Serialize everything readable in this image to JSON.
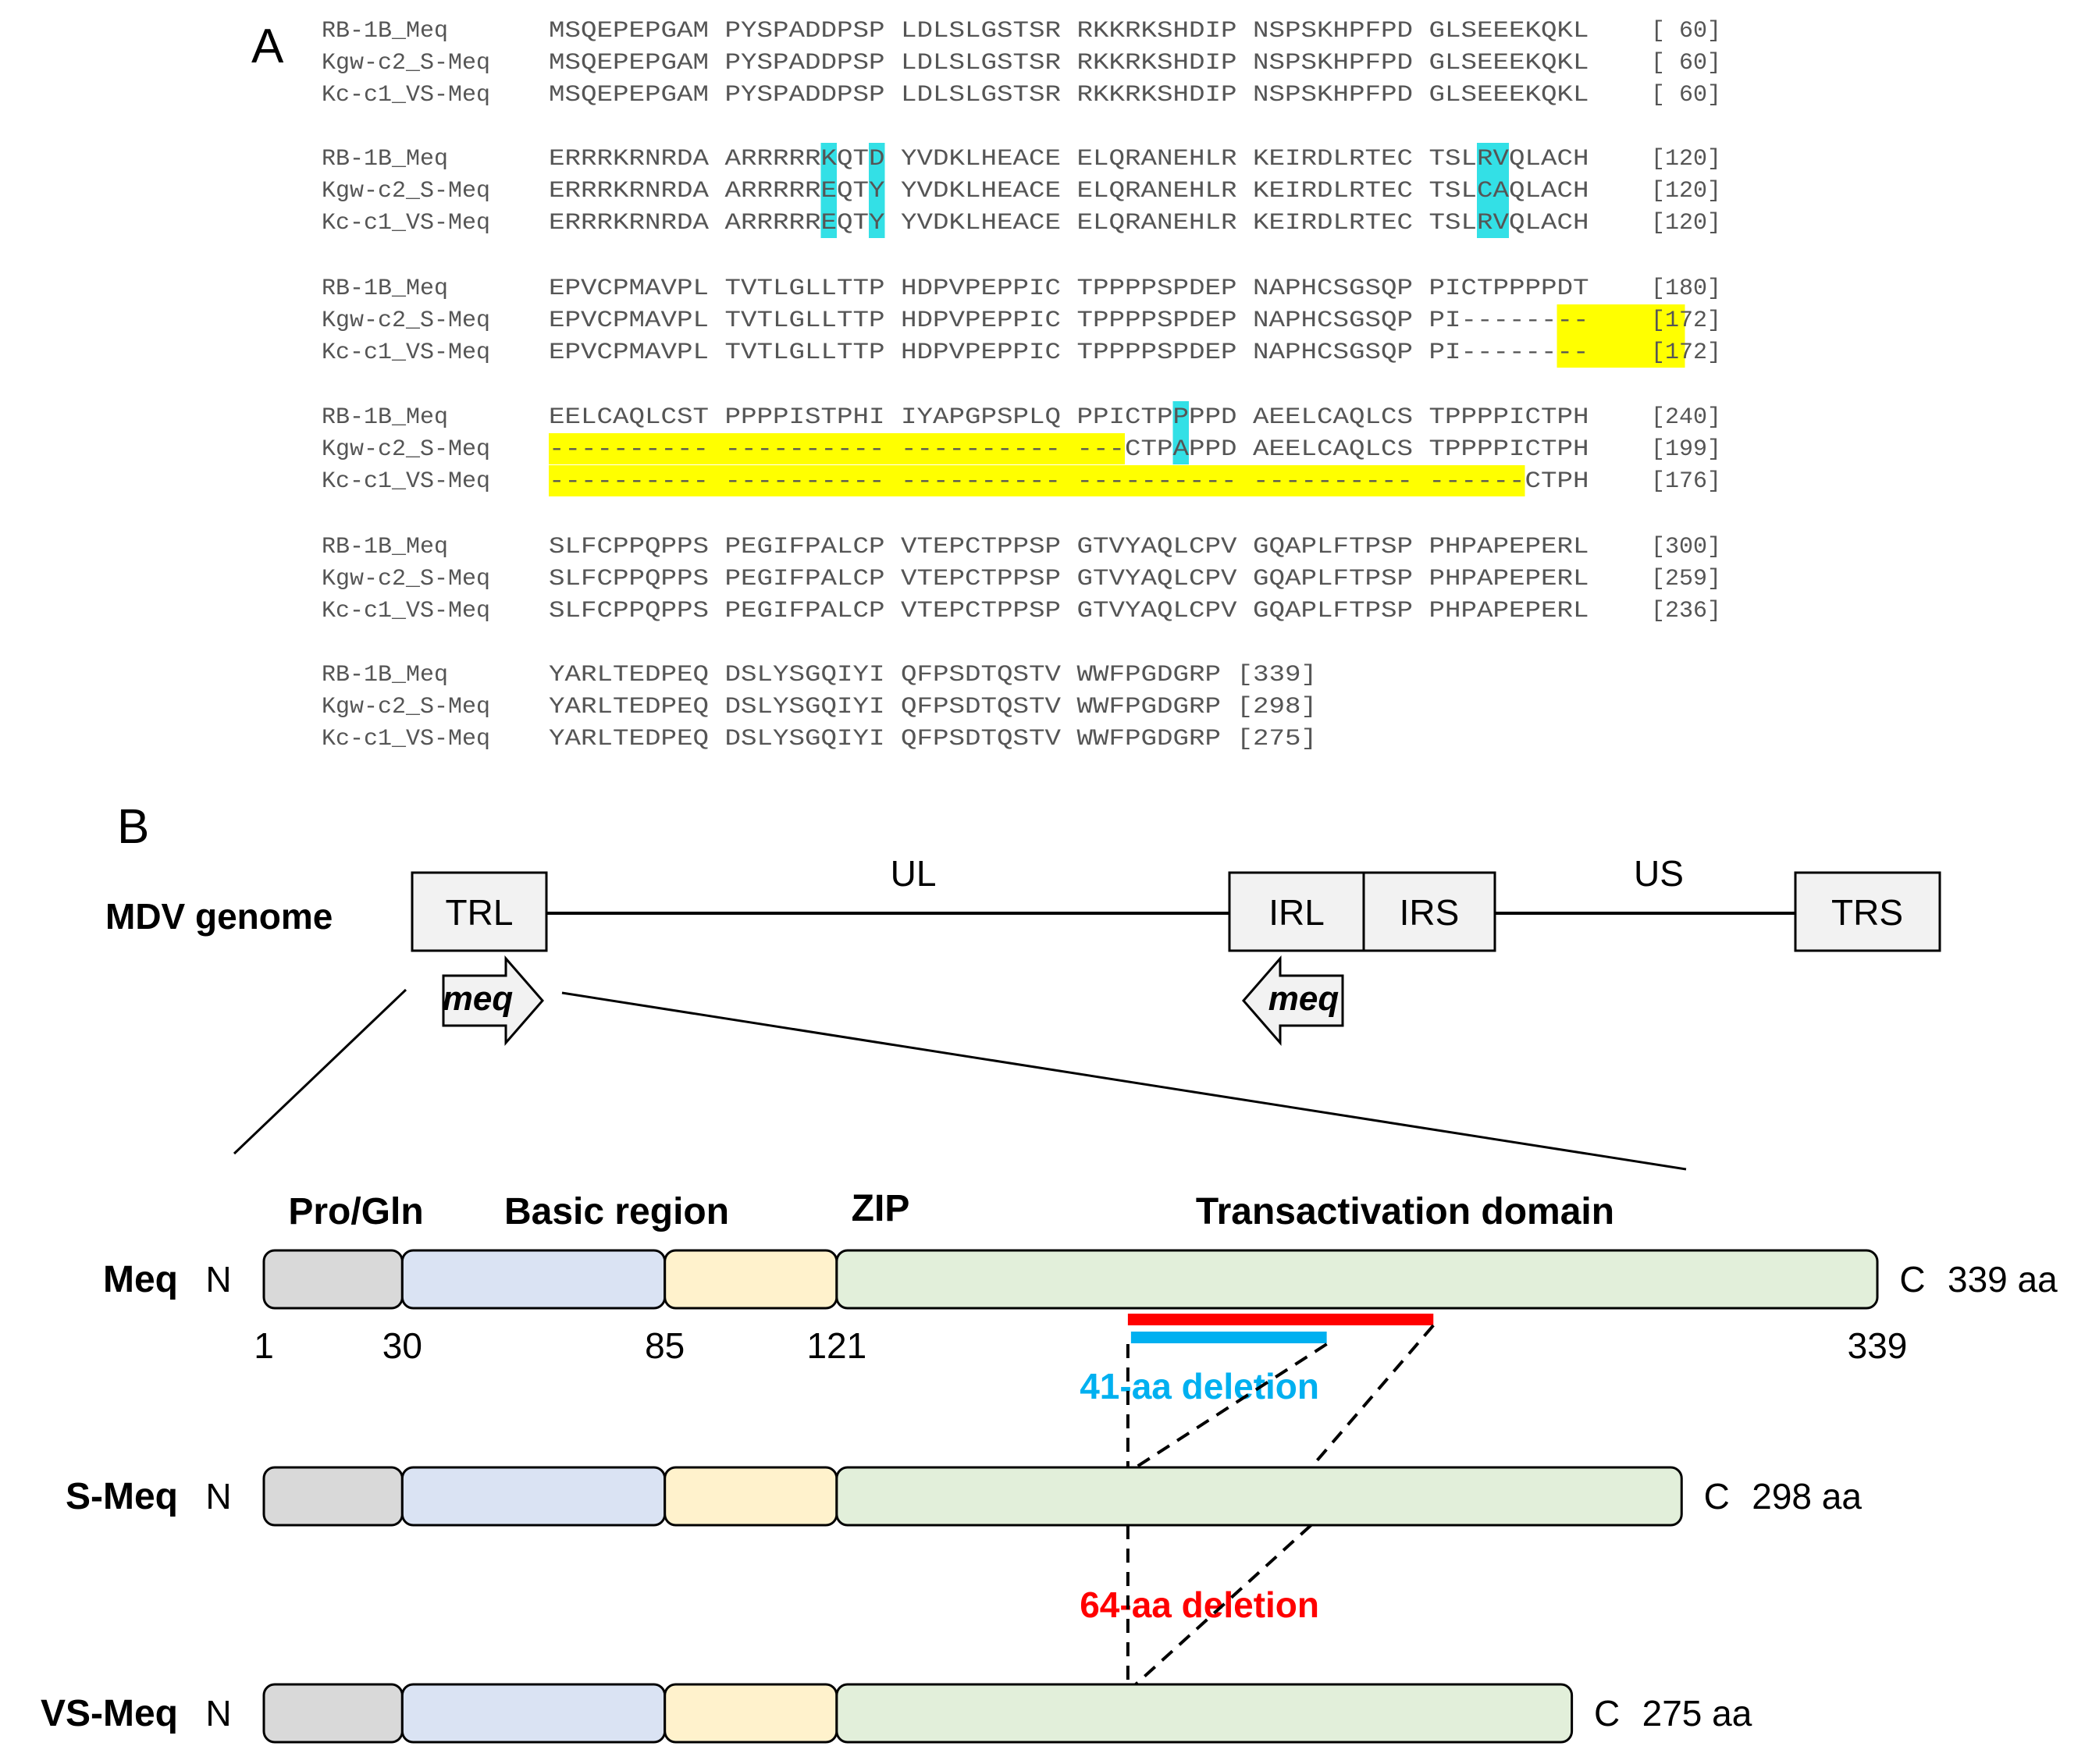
{
  "panel_a": {
    "label": "A",
    "blocks": [
      {
        "rows": [
          {
            "name": "RB-1B_Meq",
            "seq": "MSQEPEPGAM PYSPADDPSP LDLSLGSTSR RKKRKSHDIP NSPSKHPFPD GLSEEEKQKL",
            "num": "[ 60]"
          },
          {
            "name": "Kgw-c2_S-Meq",
            "seq": "MSQEPEPGAM PYSPADDPSP LDLSLGSTSR RKKRKSHDIP NSPSKHPFPD GLSEEEKQKL",
            "num": "[ 60]"
          },
          {
            "name": "Kc-c1_VS-Meq",
            "seq": "MSQEPEPGAM PYSPADDPSP LDLSLGSTSR RKKRKSHDIP NSPSKHPFPD GLSEEEKQKL",
            "num": "[ 60]"
          }
        ],
        "highlights": []
      },
      {
        "rows": [
          {
            "name": "RB-1B_Meq",
            "seq": "ERRRKRNRDA ARRRRRKQTD YVDKLHEACE ELQRANEHLR KEIRDLRTEC TSLRVQLACH",
            "num": "[120]"
          },
          {
            "name": "Kgw-c2_S-Meq",
            "seq": "ERRRKRNRDA ARRRRREQTY YVDKLHEACE ELQRANEHLR KEIRDLRTEC TSLCAQLACH",
            "num": "[120]"
          },
          {
            "name": "Kc-c1_VS-Meq",
            "seq": "ERRRKRNRDA ARRRRREQTY YVDKLHEACE ELQRANEHLR KEIRDLRTEC TSLRVQLACH",
            "num": "[120]"
          }
        ],
        "highlights": [
          {
            "rows": [
              0,
              2
            ],
            "from": 17,
            "to": 17,
            "color": "cyan"
          },
          {
            "rows": [
              0,
              2
            ],
            "from": 20,
            "to": 20,
            "color": "cyan"
          },
          {
            "rows": [
              0,
              2
            ],
            "from": 58,
            "to": 59,
            "color": "cyan"
          }
        ]
      },
      {
        "rows": [
          {
            "name": "RB-1B_Meq",
            "seq": "EPVCPMAVPL TVTLGLLTTP HDPVPEPPIC TPPPPSPDEP NAPHCSGSQP PICTPPPPDT",
            "num": "[180]"
          },
          {
            "name": "Kgw-c2_S-Meq",
            "seq": "EPVCPMAVPL TVTLGLLTTP HDPVPEPPIC TPPPPSPDEP NAPHCSGSQP PI--------",
            "num": "[172]"
          },
          {
            "name": "Kc-c1_VS-Meq",
            "seq": "EPVCPMAVPL TVTLGLLTTP HDPVPEPPIC TPPPPSPDEP NAPHCSGSQP PI--------",
            "num": "[172]"
          }
        ],
        "highlights": [
          {
            "rows": [
              1,
              2
            ],
            "from": 63,
            "to": 70,
            "color": "yellow"
          }
        ]
      },
      {
        "rows": [
          {
            "name": "RB-1B_Meq",
            "seq": "EELCAQLCST PPPPISTPHI IYAPGPSPLQ PPICTPPPPD AEELCAQLCS TPPPPICTPH",
            "num": "[240]"
          },
          {
            "name": "Kgw-c2_S-Meq",
            "seq": "---------- ---------- ---------- ---CTPAPPD AEELCAQLCS TPPPPICTPH",
            "num": "[199]"
          },
          {
            "name": "Kc-c1_VS-Meq",
            "seq": "---------- ---------- ---------- ---------- ---------- ------CTPH",
            "num": "[176]"
          }
        ],
        "highlights": [
          {
            "rows": [
              1,
              1
            ],
            "from": 0,
            "to": 35,
            "color": "yellow"
          },
          {
            "rows": [
              2,
              2
            ],
            "from": 0,
            "to": 60,
            "color": "yellow"
          },
          {
            "rows": [
              0,
              1
            ],
            "from": 39,
            "to": 39,
            "color": "cyan"
          }
        ]
      },
      {
        "rows": [
          {
            "name": "RB-1B_Meq",
            "seq": "SLFCPPQPPS PEGIFPALCP VTEPCTPPSP GTVYAQLCPV GQAPLFTPSP PHPAPEPERL",
            "num": "[300]"
          },
          {
            "name": "Kgw-c2_S-Meq",
            "seq": "SLFCPPQPPS PEGIFPALCP VTEPCTPPSP GTVYAQLCPV GQAPLFTPSP PHPAPEPERL",
            "num": "[259]"
          },
          {
            "name": "Kc-c1_VS-Meq",
            "seq": "SLFCPPQPPS PEGIFPALCP VTEPCTPPSP GTVYAQLCPV GQAPLFTPSP PHPAPEPERL",
            "num": "[236]"
          }
        ],
        "highlights": []
      },
      {
        "rows": [
          {
            "name": "RB-1B_Meq",
            "seq": "YARLTEDPEQ DSLYSGQIYI QFPSDTQSTV WWFPGDGRP [339]",
            "num": ""
          },
          {
            "name": "Kgw-c2_S-Meq",
            "seq": "YARLTEDPEQ DSLYSGQIYI QFPSDTQSTV WWFPGDGRP [298]",
            "num": ""
          },
          {
            "name": "Kc-c1_VS-Meq",
            "seq": "YARLTEDPEQ DSLYSGQIYI QFPSDTQSTV WWFPGDGRP [275]",
            "num": ""
          }
        ],
        "highlights": []
      }
    ]
  },
  "panel_b": {
    "label": "B",
    "genome_label": "MDV genome",
    "genome_boxes": [
      "TRL",
      "IRL",
      "IRS",
      "TRS"
    ],
    "segment_labels": [
      "UL",
      "US"
    ],
    "gene_label": "meq",
    "domain_headers": [
      "Pro/Gln",
      "Basic region",
      "ZIP",
      "Transactivation domain"
    ],
    "proteins": [
      {
        "name": "Meq",
        "n": "N",
        "c": "C",
        "length_label": "339 aa",
        "length": 339
      },
      {
        "name": "S-Meq",
        "n": "N",
        "c": "C",
        "length_label": "298 aa",
        "length": 298
      },
      {
        "name": "VS-Meq",
        "n": "N",
        "c": "C",
        "length_label": "275 aa",
        "length": 275
      }
    ],
    "domains": [
      {
        "name": "Pro/Gln",
        "start": 1,
        "end": 30,
        "color": "#d9d9d9"
      },
      {
        "name": "Basic region",
        "start": 30,
        "end": 85,
        "color": "#dae3f3"
      },
      {
        "name": "ZIP",
        "start": 85,
        "end": 121,
        "color": "#fff2cc"
      },
      {
        "name": "Transactivation domain",
        "start": 121,
        "end": 339,
        "color": "#e2efda"
      }
    ],
    "position_ticks": [
      "1",
      "30",
      "85",
      "121",
      "339"
    ],
    "deletions": [
      {
        "label": "41-aa deletion",
        "start": 182,
        "length": 41,
        "color": "#00b0f0"
      },
      {
        "label": "64-aa deletion",
        "start": 182,
        "length": 64,
        "color": "#ff0000"
      }
    ],
    "colors": {
      "cyan": "#33e0e6",
      "yellow": "#ffff00"
    }
  }
}
